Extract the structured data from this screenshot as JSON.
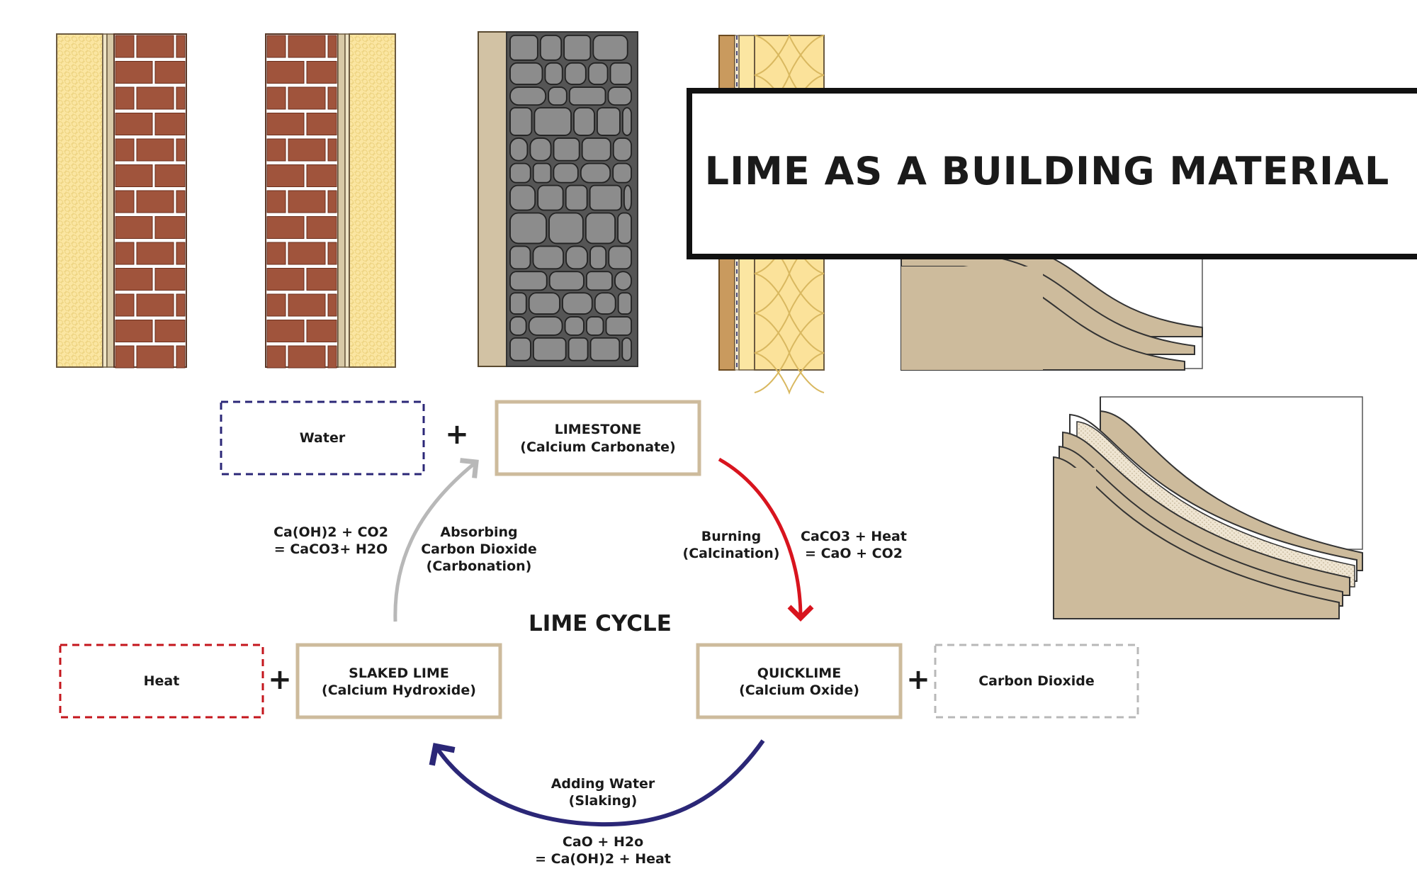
{
  "title": "LIME AS A BUILDING MATERIAL",
  "cycle_title": "LIME CYCLE",
  "nodes": {
    "limestone": {
      "line1": "LIMESTONE",
      "line2": "(Calcium Carbonate)"
    },
    "quicklime": {
      "line1": "QUICKLIME",
      "line2": "(Calcium Oxide)"
    },
    "slaked": {
      "line1": "SLAKED LIME",
      "line2": "(Calcium Hydroxide)"
    }
  },
  "side_boxes": {
    "water": "Water",
    "heat": "Heat",
    "carbon_dioxide": "Carbon Dioxide"
  },
  "plus_sign": "+",
  "processes": {
    "carbonation": {
      "line1": "Absorbing",
      "line2": "Carbon Dioxide",
      "line3": "(Carbonation)"
    },
    "carbonation_eq": {
      "line1": "Ca(OH)2 + CO2",
      "line2": "= CaCO3+ H2O"
    },
    "calcination": {
      "line1": "Burning",
      "line2": "(Calcination)"
    },
    "calcination_eq": {
      "line1": "CaCO3 + Heat",
      "line2": "= CaO + CO2"
    },
    "slaking": {
      "line1": "Adding Water",
      "line2": "(Slaking)"
    },
    "slaking_eq": {
      "line1": "CaO + H2o",
      "line2": "= Ca(OH)2 + Heat"
    }
  },
  "colors": {
    "brick": "#a0543c",
    "mortar": "#ffffff",
    "insulation": "#fbe6a2",
    "stone": "#8c8c8c",
    "stone_bg": "#555555",
    "plaster": "#d2c2a4",
    "box_border": "#cdbb9c",
    "calcination_arrow": "#d8141e",
    "carbonation_arrow": "#b8b8b8",
    "slaking_arrow": "#2b2777",
    "water_dash": "#2b2777",
    "heat_dash": "#c4161c",
    "co2_dash": "#b8b8b8"
  }
}
